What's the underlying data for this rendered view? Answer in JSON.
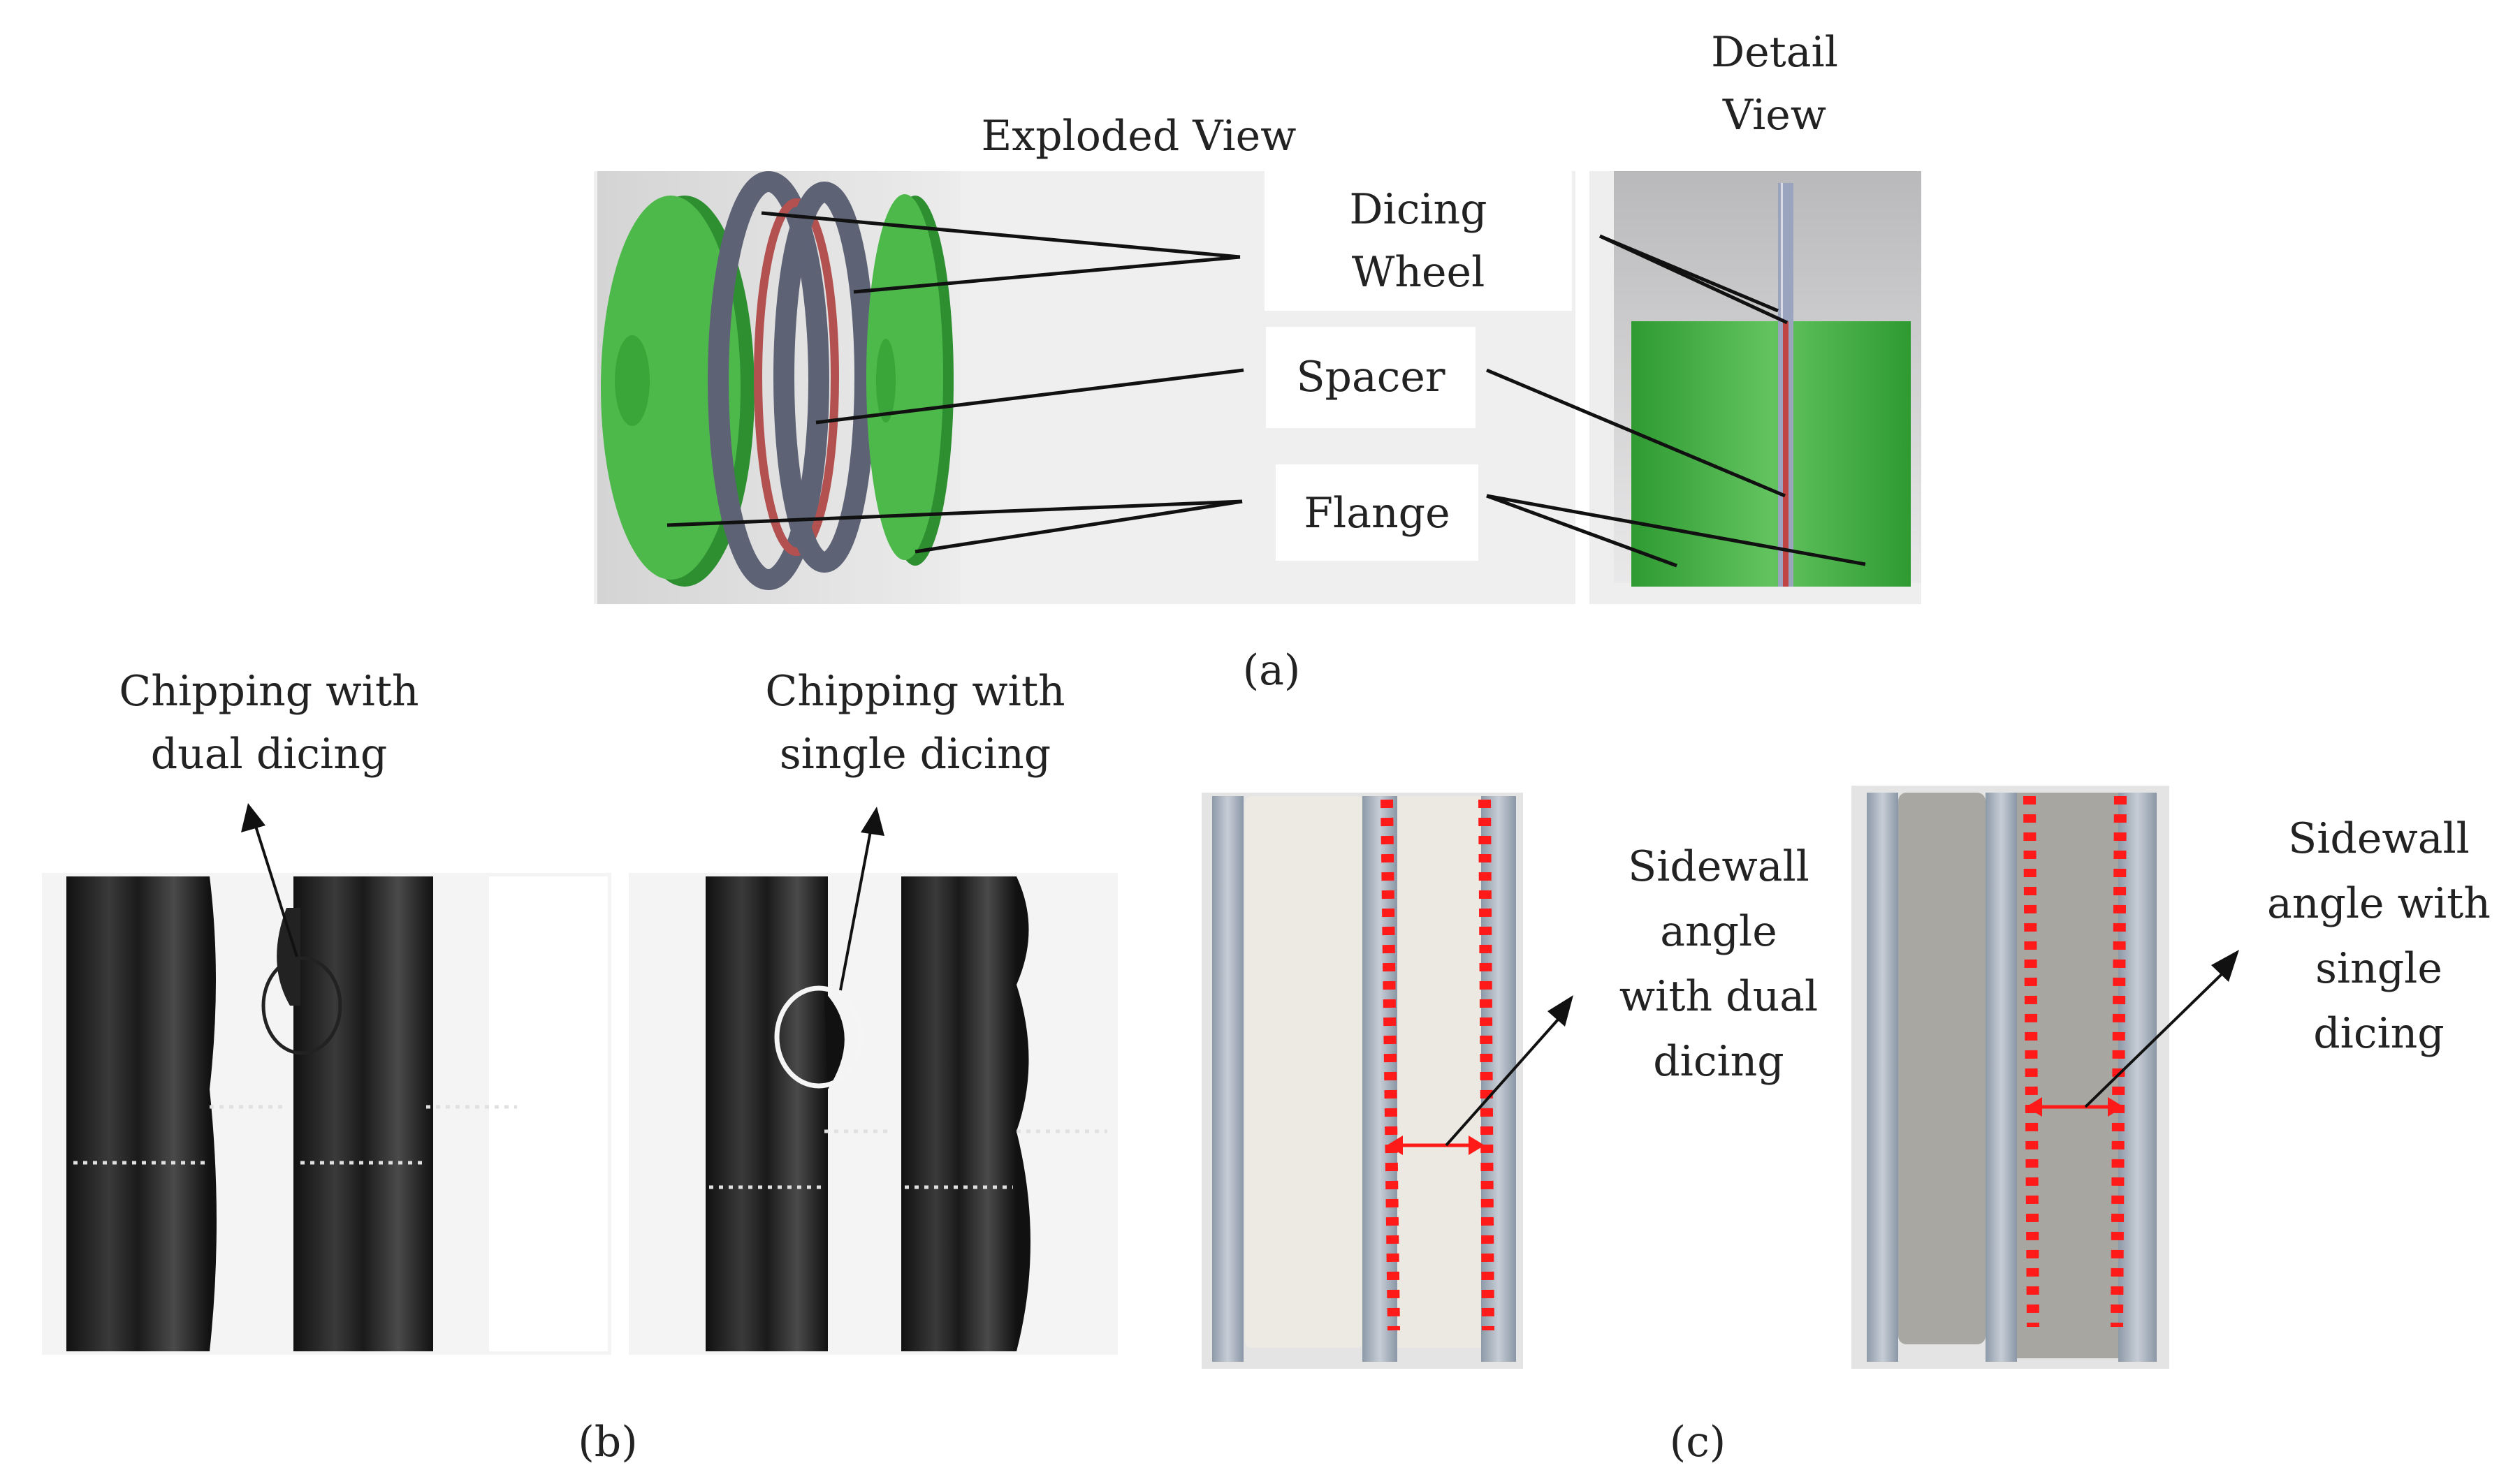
{
  "panel_a": {
    "exploded_title": "Exploded View",
    "detail_title": "Detail\nView",
    "label_dicing_wheel": "Dicing\nWheel",
    "label_spacer": "Spacer",
    "label_flange": "Flange",
    "caption": "(a)"
  },
  "panel_b": {
    "label_dual": "Chipping with\ndual dicing",
    "label_single": "Chipping with\nsingle dicing",
    "caption": "(b)"
  },
  "panel_c": {
    "label_dual": "Sidewall\nangle\nwith dual\ndicing",
    "label_single": "Sidewall\nangle with\nsingle\ndicing",
    "caption": "(c)"
  },
  "colors": {
    "flange_green": "#3fae3f",
    "wheel_gray": "#5d6275",
    "spacer_red": "#b35050",
    "marker_red": "#ff1a1a"
  }
}
